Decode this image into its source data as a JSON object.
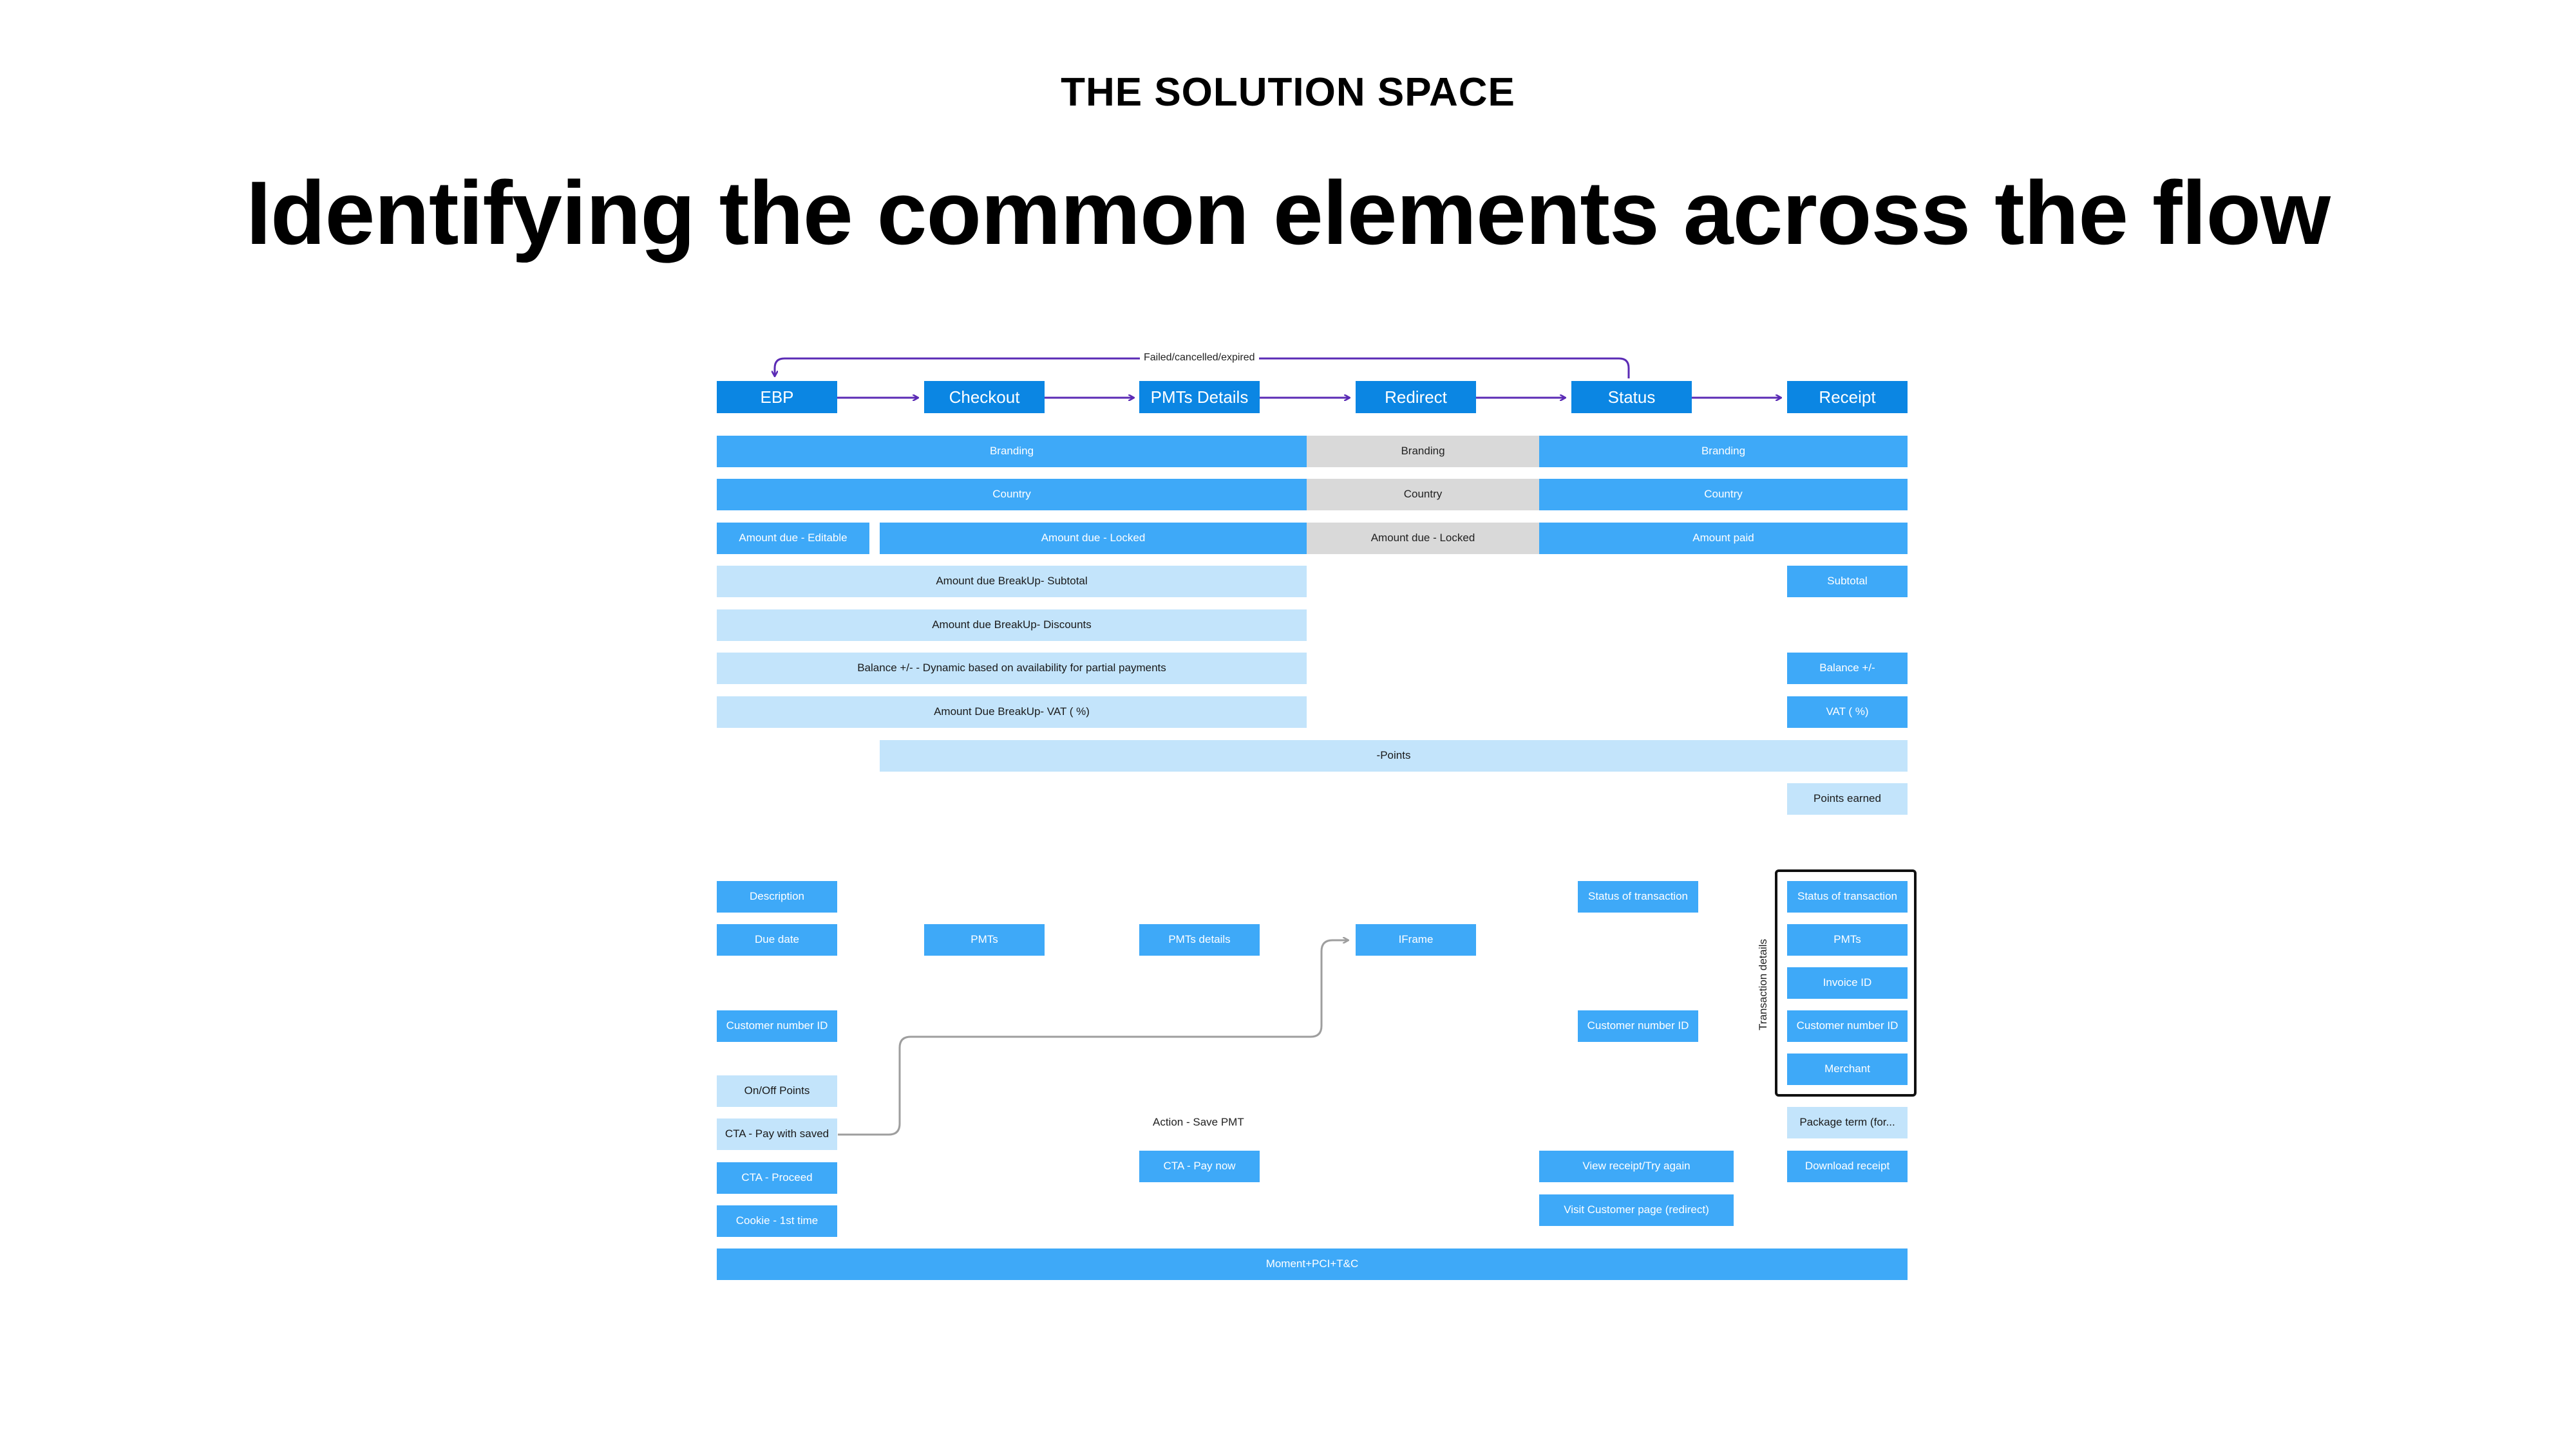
{
  "header": {
    "eyebrow": "THE SOLUTION SPACE",
    "title": "Identifying the common elements across the flow"
  },
  "flow": {
    "loop_label": "Failed/cancelled/expired",
    "stages": [
      "EBP",
      "Checkout",
      "PMTs Details",
      "Redirect",
      "Status",
      "Receipt"
    ]
  },
  "rows": {
    "branding": [
      "Branding",
      "Branding",
      "Branding"
    ],
    "country": [
      "Country",
      "Country",
      "Country"
    ],
    "amount_editable": "Amount due - Editable",
    "amount_locked": "Amount due - Locked",
    "amount_locked_redirect": "Amount due - Locked",
    "amount_paid": "Amount paid",
    "subtotal_breakup": "Amount due BreakUp- Subtotal",
    "subtotal": "Subtotal",
    "discounts_breakup": "Amount due BreakUp- Discounts",
    "balance_dynamic": "Balance +/- - Dynamic based on availability for partial payments",
    "balance": "Balance +/-",
    "vat_breakup": "Amount Due  BreakUp- VAT ( %)",
    "vat": "VAT ( %)",
    "points": "-Points",
    "points_earned": "Points earned"
  },
  "details": {
    "description": "Description",
    "due_date": "Due date",
    "customer_number_id": "Customer number ID",
    "on_off_points": "On/Off Points",
    "cta_pay_saved": "CTA - Pay with saved",
    "cta_proceed": "CTA - Proceed",
    "cookie": "Cookie - 1st time",
    "pmts": "PMTs",
    "pmts_details": "PMTs details",
    "action_save": "Action - Save PMT",
    "cta_pay_now": "CTA - Pay now",
    "iframe": "IFrame",
    "status_of_transaction": "Status of transaction",
    "status_customer_number_id": "Customer number ID",
    "view_receipt": "View receipt/Try again",
    "visit_customer": "Visit Customer page (redirect)",
    "transaction_details_label": "Transaction details",
    "receipt_status": "Status of transaction",
    "receipt_pmts": "PMTs",
    "invoice_id": "Invoice ID",
    "receipt_customer_number_id": "Customer number ID",
    "merchant": "Merchant",
    "package_term": "Package term (for...",
    "download_receipt": "Download receipt",
    "footer": "Moment+PCI+T&C"
  },
  "colors": {
    "stage": "#0b86e3",
    "element": "#3ea9f8",
    "light": "#c3e4fb",
    "grey": "#d9d9d9",
    "arrow": "#5b2bb5",
    "connector": "#9e9e9e"
  }
}
